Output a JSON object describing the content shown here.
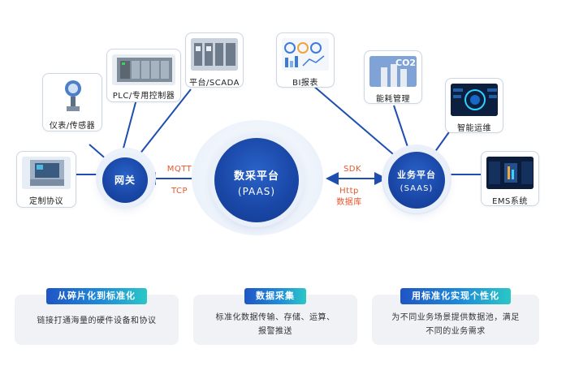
{
  "devices": {
    "custom_protocol": "定制协议",
    "instrument_sensor": "仪表/传感器",
    "plc_controller": "PLC/专用控制器",
    "scada_platform": "平台/SCADA"
  },
  "apps": {
    "bi_report": "BI报表",
    "energy_mgmt": "能耗管理",
    "smart_ops": "智能运维",
    "ems_system": "EMS系统",
    "co2_mark": "CO2"
  },
  "hubs": {
    "gateway": "网关",
    "paas_title": "数采平台",
    "paas_sub": "(PAAS)",
    "saas_title": "业务平台",
    "saas_sub": "(SAAS)"
  },
  "protocols": {
    "mqtt": "MQTT",
    "tcp": "TCP",
    "sdk": "SDK",
    "http": "Http",
    "database": "数据库"
  },
  "features": [
    {
      "title": "从碎片化到标准化",
      "desc": "链接打通海量的硬件设备和协议"
    },
    {
      "title": "数据采集",
      "desc": "标准化数据传输、存储、运算、报警推送"
    },
    {
      "title": "用标准化实现个性化",
      "desc": "为不同业务场景提供数据池，满足不同的业务需求"
    }
  ],
  "colors": {
    "hub_blue": "#1a48a8",
    "protocol_orange": "#e8562a",
    "connector_blue": "#1e4fb0",
    "pill_gradient_start": "#1f55c5",
    "pill_gradient_end": "#2bc7c6",
    "card_bg": "#f0f2f5"
  }
}
